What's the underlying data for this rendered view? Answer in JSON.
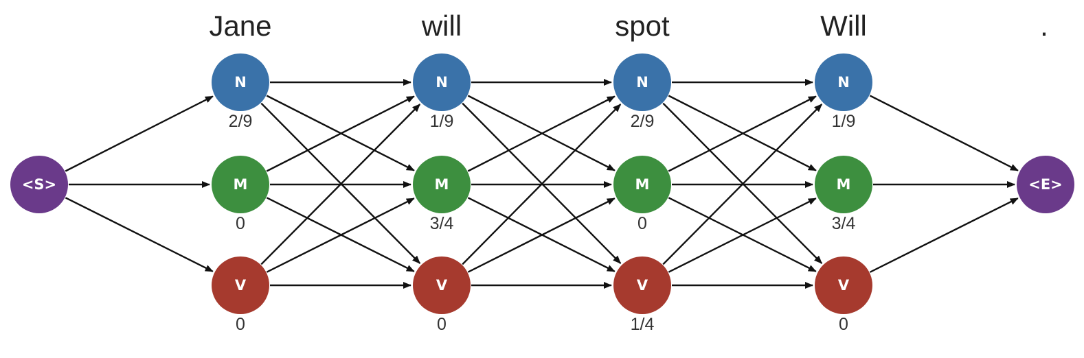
{
  "words": [
    "Jane",
    "will",
    "spot",
    "Will",
    "."
  ],
  "start_node": {
    "label": "<S>",
    "color": "#6a3a8a"
  },
  "end_node": {
    "label": "<E>",
    "color": "#6a3a8a"
  },
  "tags": [
    {
      "label": "N",
      "color": "#3a72a9"
    },
    {
      "label": "M",
      "color": "#3d8f3f"
    },
    {
      "label": "V",
      "color": "#a63a2e"
    }
  ],
  "probabilities": [
    [
      "2/9",
      "0",
      "0"
    ],
    [
      "1/9",
      "3/4",
      "0"
    ],
    [
      "2/9",
      "0",
      "1/4"
    ],
    [
      "1/9",
      "3/4",
      "0"
    ]
  ]
}
